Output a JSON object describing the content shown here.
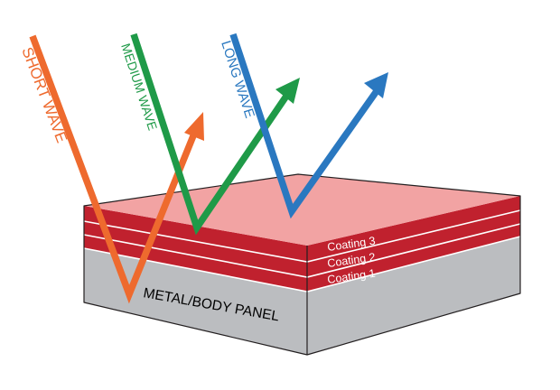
{
  "waves": [
    {
      "label": "SHORT WAVE",
      "color": "#EE6A2E"
    },
    {
      "label": "MEDIUM WAVE",
      "color": "#1F9A48"
    },
    {
      "label": "LONG WAVE",
      "color": "#2A78C0"
    }
  ],
  "coatings": [
    {
      "label": "Coating 3"
    },
    {
      "label": "Coating 2"
    },
    {
      "label": "Coating 1"
    }
  ],
  "panel": {
    "label": "METAL/BODY PANEL"
  },
  "colors": {
    "top_face": "#F2A3A3",
    "coating_layer": "#C0212E",
    "coating_separator": "#ffffff",
    "metal_front": "#BBBDC0",
    "metal_side": "#BBBDC0",
    "outline": "#231F20",
    "coating_text": "#ffffff",
    "panel_text": "#000000"
  }
}
